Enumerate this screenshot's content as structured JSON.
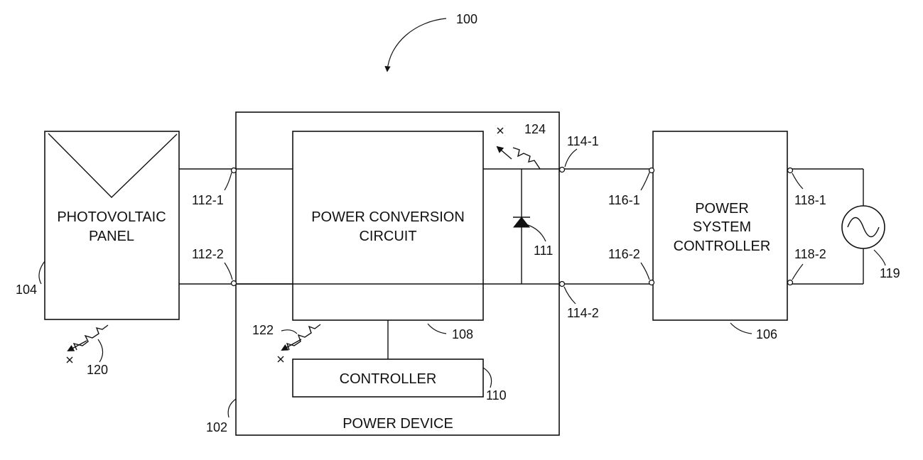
{
  "system_ref": "100",
  "photovoltaic_panel": {
    "label_line1": "PHOTOVOLTAIC",
    "label_line2": "PANEL",
    "ref": "104"
  },
  "power_device": {
    "label": "POWER DEVICE",
    "ref": "102"
  },
  "power_conversion_circuit": {
    "label_line1": "POWER CONVERSION",
    "label_line2": "CIRCUIT",
    "ref": "108"
  },
  "controller": {
    "label": "CONTROLLER",
    "ref": "110"
  },
  "power_system_controller": {
    "label_line1": "POWER",
    "label_line2": "SYSTEM",
    "label_line3": "CONTROLLER",
    "ref": "106"
  },
  "diode": {
    "ref": "111"
  },
  "ac_source": {
    "ref": "119"
  },
  "terminals": {
    "t112_1": "112-1",
    "t112_2": "112-2",
    "t114_1": "114-1",
    "t114_2": "114-2",
    "t116_1": "116-1",
    "t116_2": "116-2",
    "t118_1": "118-1",
    "t118_2": "118-2"
  },
  "transceivers": {
    "panel": "120",
    "controller": "122",
    "device": "124"
  },
  "colors": {
    "line": "#111111",
    "background": "#ffffff"
  }
}
